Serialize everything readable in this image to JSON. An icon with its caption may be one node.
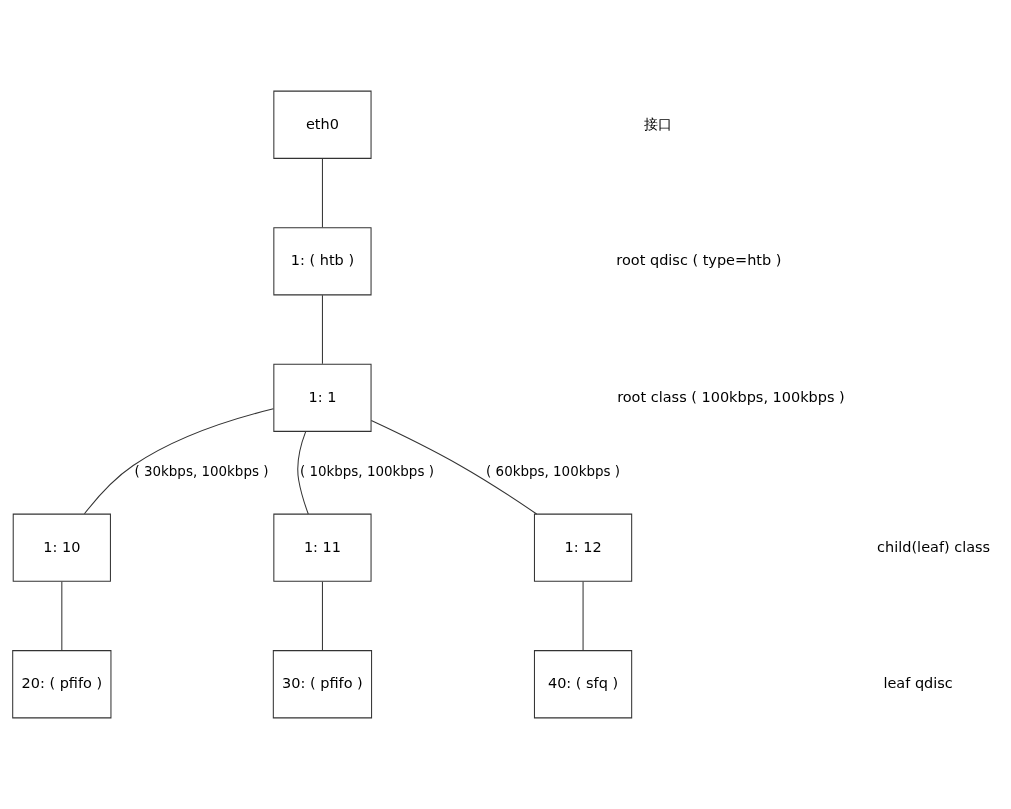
{
  "diagram": {
    "nodes": [
      {
        "text": [
          "eth0"
        ]
      },
      {
        "text": [
          "1: ( htb )"
        ]
      },
      {
        "text": [
          "1: 1"
        ]
      },
      {
        "text": [
          "1: 10"
        ]
      },
      {
        "text": [
          "1: 11"
        ]
      },
      {
        "text": [
          "1: 12"
        ]
      },
      {
        "text": [
          "20: ( pfifo )"
        ]
      },
      {
        "text": [
          "30: ( pfifo )"
        ]
      },
      {
        "text": [
          "40: ( sfq )"
        ]
      }
    ],
    "edges": [
      {
        "from": 0,
        "to": 1,
        "arrow": "none"
      },
      {
        "from": 1,
        "to": 2,
        "arrow": "none"
      },
      {
        "from": 2,
        "to": 3,
        "arrow": "none",
        "label": "( 30kbps, 100kbps )"
      },
      {
        "from": 2,
        "to": 4,
        "arrow": "none",
        "label": "( 10kbps, 100kbps )"
      },
      {
        "from": 2,
        "to": 5,
        "arrow": "none",
        "label": "( 60kbps, 100kbps )"
      },
      {
        "from": 3,
        "to": 6,
        "arrow": "none"
      },
      {
        "from": 4,
        "to": 7,
        "arrow": "none"
      },
      {
        "from": 5,
        "to": 8,
        "arrow": "none"
      }
    ],
    "labels": [
      "接口",
      "root qdisc ( type=htb )",
      "root class ( 100kbps, 100kbps )",
      "child(leaf) class",
      "leaf qdisc"
    ]
  }
}
